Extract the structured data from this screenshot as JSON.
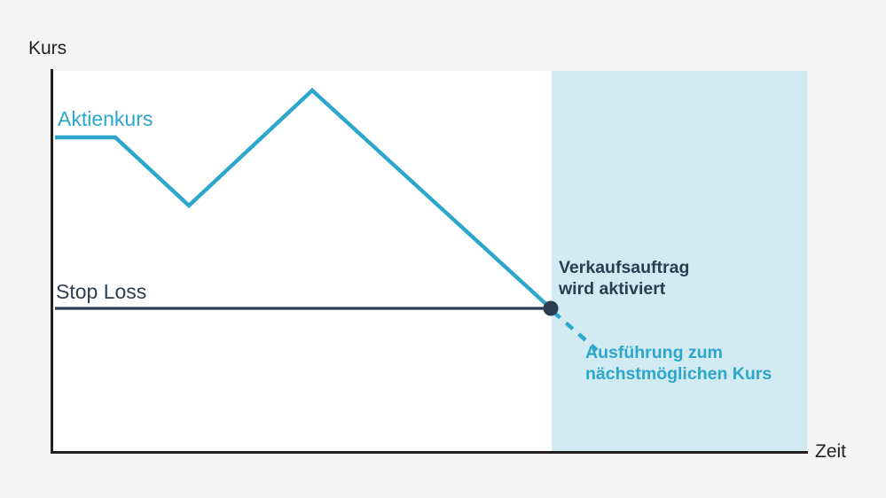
{
  "chart_data": {
    "type": "line",
    "title": "",
    "xlabel": "Zeit",
    "ylabel": "Kurs",
    "grid": false,
    "legend_position": "inline",
    "axes": {
      "x_axis_label": "Zeit",
      "y_axis_label": "Kurs",
      "x_ticks": [],
      "y_ticks": [],
      "xlim": [
        0,
        100
      ],
      "ylim": [
        0,
        100
      ]
    },
    "series": [
      {
        "name": "Aktienkurs",
        "color": "#2ca6cb",
        "style": "solid",
        "label_text": "Aktienkurs",
        "points": [
          {
            "x": 0.0,
            "y": 82.6
          },
          {
            "x": 8.0,
            "y": 82.6
          },
          {
            "x": 17.8,
            "y": 64.7
          },
          {
            "x": 34.0,
            "y": 94.9
          },
          {
            "x": 65.5,
            "y": 37.7
          }
        ]
      },
      {
        "name": "Stop Loss",
        "color": "#2b3e50",
        "style": "solid",
        "label_text": "Stop Loss",
        "level": 37.7,
        "points": [
          {
            "x": 0.0,
            "y": 37.7
          },
          {
            "x": 65.5,
            "y": 37.7
          }
        ]
      },
      {
        "name": "Ausführung",
        "color": "#2ca6cb",
        "style": "dashed",
        "points": [
          {
            "x": 65.5,
            "y": 37.7
          },
          {
            "x": 71.5,
            "y": 27.0
          }
        ]
      }
    ],
    "markers": [
      {
        "name": "trigger-point",
        "x": 65.5,
        "y": 37.7,
        "color": "#2b3e50",
        "radius": 8
      }
    ],
    "shaded_regions": [
      {
        "name": "future-region",
        "x_start": 65.5,
        "x_end": 100.0,
        "color": "#d2eaf2"
      }
    ],
    "annotations": [
      {
        "name": "trigger-annotation",
        "text": "Verkaufsauftrag\nwird aktiviert",
        "color": "#2b3e50",
        "bold": true
      },
      {
        "name": "execution-annotation",
        "text": "Ausführung zum\nnächstmöglichen Kurs",
        "color": "#2ca6cb",
        "bold": true
      }
    ]
  },
  "labels": {
    "y_axis": "Kurs",
    "x_axis": "Zeit",
    "series_price": "Aktienkurs",
    "series_stoploss": "Stop Loss",
    "annotation_trigger": "Verkaufsauftrag\nwird aktiviert",
    "annotation_execution": "Ausführung zum\nnächstmöglichen Kurs"
  },
  "colors": {
    "background": "#f4f4f4",
    "plot_background": "#ffffff",
    "accent_teal": "#2ca6cb",
    "dark_navy": "#2b3e50",
    "shade_blue": "#d2eaf2",
    "axis": "#231f20"
  }
}
